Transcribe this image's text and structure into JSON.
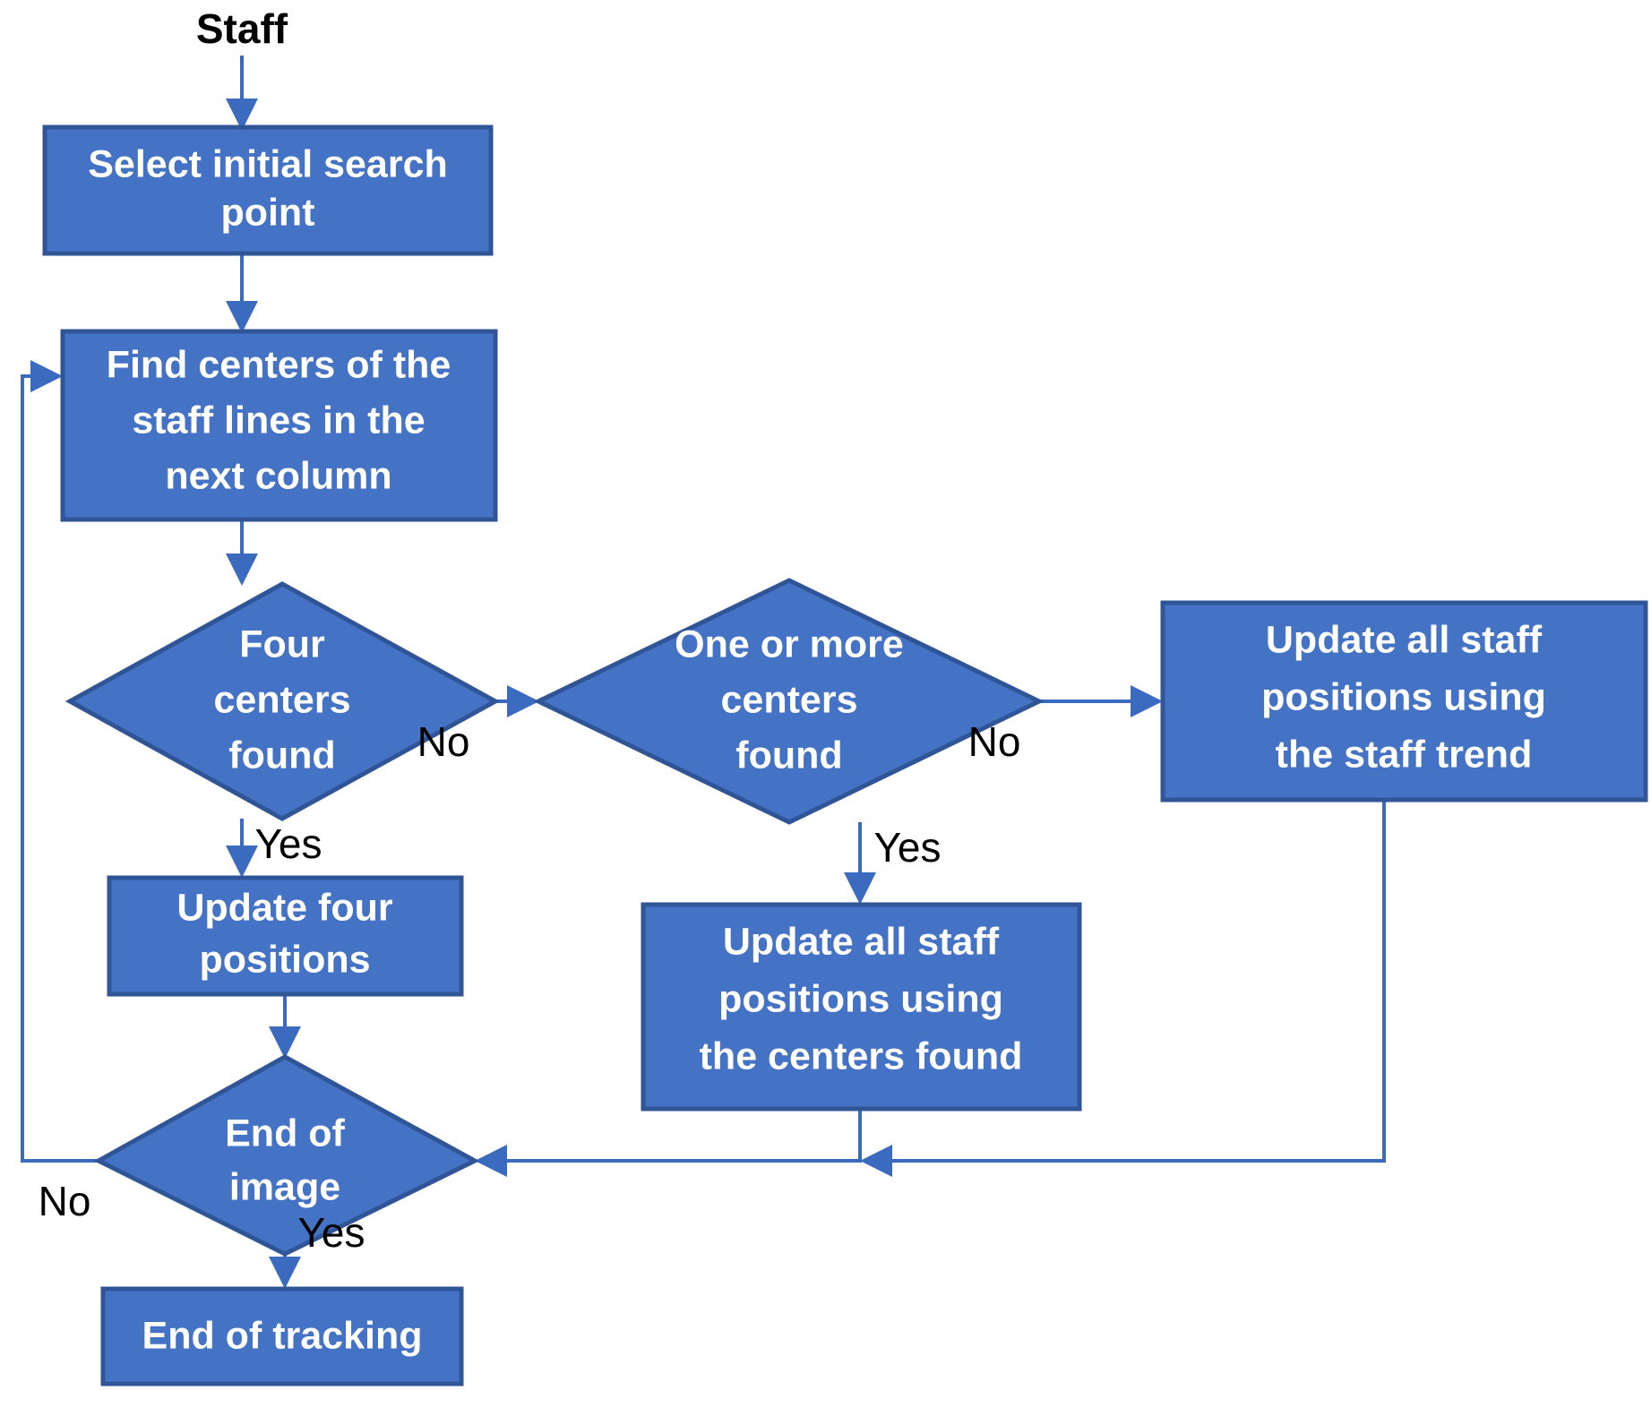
{
  "diagram": {
    "title": "Staff",
    "type": "flowchart",
    "colors": {
      "node_fill": "#4472C4",
      "node_border": "#2F5597",
      "node_text": "#FFFFFF",
      "connector": "#3A6BBF",
      "label_text": "#000000",
      "background": "#FFFFFF"
    },
    "start_label": "Staff",
    "nodes": [
      {
        "id": "select-initial-search-point",
        "shape": "process",
        "lines": [
          "Select initial search",
          "point"
        ]
      },
      {
        "id": "find-centers",
        "shape": "process",
        "lines": [
          "Find centers of the",
          "staff lines in the",
          "next column"
        ]
      },
      {
        "id": "four-centers-found",
        "shape": "decision",
        "lines": [
          "Four",
          "centers",
          "found"
        ]
      },
      {
        "id": "one-or-more-centers-found",
        "shape": "decision",
        "lines": [
          "One or more",
          "centers",
          "found"
        ]
      },
      {
        "id": "update-using-staff-trend",
        "shape": "process",
        "lines": [
          "Update all staff",
          "positions using",
          "the staff trend"
        ]
      },
      {
        "id": "update-four-positions",
        "shape": "process",
        "lines": [
          "Update four",
          "positions"
        ]
      },
      {
        "id": "update-using-centers-found",
        "shape": "process",
        "lines": [
          "Update all staff",
          "positions using",
          "the centers found"
        ]
      },
      {
        "id": "end-of-image",
        "shape": "decision",
        "lines": [
          "End of",
          "image"
        ]
      },
      {
        "id": "end-of-tracking",
        "shape": "terminator",
        "lines": [
          "End of tracking"
        ]
      }
    ],
    "edge_labels": {
      "four_centers_no": "No",
      "four_centers_yes": "Yes",
      "one_or_more_no": "No",
      "one_or_more_yes": "Yes",
      "end_of_image_no": "No",
      "end_of_image_yes": "Yes"
    },
    "edges": [
      {
        "from": "start",
        "to": "select-initial-search-point",
        "label": ""
      },
      {
        "from": "select-initial-search-point",
        "to": "find-centers",
        "label": ""
      },
      {
        "from": "find-centers",
        "to": "four-centers-found",
        "label": ""
      },
      {
        "from": "four-centers-found",
        "to": "one-or-more-centers-found",
        "label": "No"
      },
      {
        "from": "four-centers-found",
        "to": "update-four-positions",
        "label": "Yes"
      },
      {
        "from": "one-or-more-centers-found",
        "to": "update-using-staff-trend",
        "label": "No"
      },
      {
        "from": "one-or-more-centers-found",
        "to": "update-using-centers-found",
        "label": "Yes"
      },
      {
        "from": "update-four-positions",
        "to": "end-of-image",
        "label": ""
      },
      {
        "from": "update-using-centers-found",
        "to": "end-of-image",
        "label": ""
      },
      {
        "from": "update-using-staff-trend",
        "to": "end-of-image",
        "label": ""
      },
      {
        "from": "end-of-image",
        "to": "find-centers",
        "label": "No"
      },
      {
        "from": "end-of-image",
        "to": "end-of-tracking",
        "label": "Yes"
      }
    ]
  }
}
